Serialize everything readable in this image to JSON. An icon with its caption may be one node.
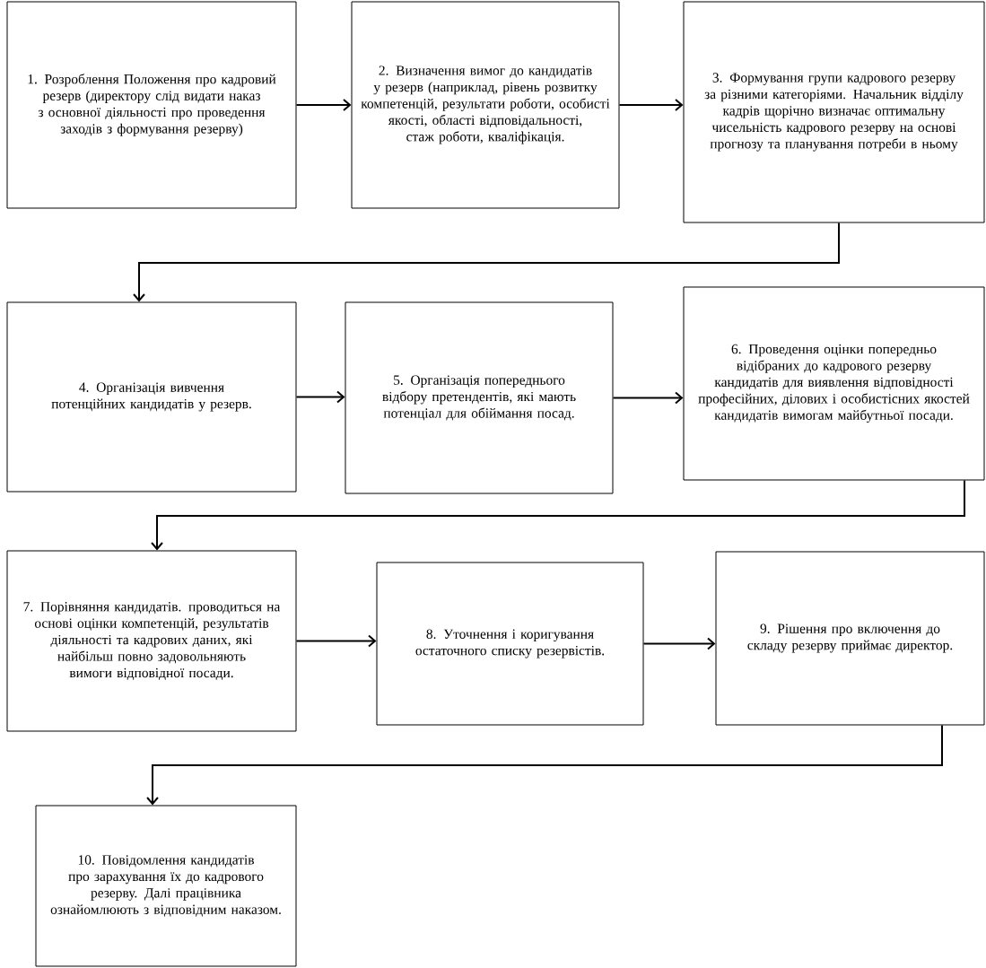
{
  "diagram": {
    "nodes": [
      {
        "text": [
          "1. Розроблення Положення про кадровий резерв (директору слід видати наказ з основної діяльності про проведення заходів з формування резерву)"
        ]
      },
      {
        "text": [
          "2. Визначення вимог до кандидатів у резерв (наприклад, рівень розвитку компетенцій, результати роботи, особисті якості, області відповідальності, стаж роботи, кваліфікація."
        ]
      },
      {
        "text": [
          "3. Формування групи кадрового резерву за різними категоріями. Начальник відділу кадрів щорічно визначає оптимальну чисельність кадрового резерву на основі прогнозу та планування потреби в ньому"
        ]
      },
      {
        "text": [
          "4. Організація вивчення потенційних кандидатів у резерв."
        ]
      },
      {
        "text": [
          "5. Організація попереднього відбору претендентів, які мають потенціал для обіймання посад."
        ]
      },
      {
        "text": [
          "6. Проведення оцінки попередньо відібраних до кадрового резерву кандидатів для виявлення відповідності професійних, ділових і особистісних якостей кандидатів вимогам майбутньої посади."
        ]
      },
      {
        "text": [
          "7. Порівняння кандидатів. проводиться на основі оцінки компетенцій, результатів діяльності та кадрових даних, які найбільш повно задовольняють вимоги відповідної посади."
        ]
      },
      {
        "text": [
          "8. Уточнення і коригування остаточного списку резервістів."
        ]
      },
      {
        "text": [
          "9. Рішення про включення до складу резерву приймає директор."
        ]
      },
      {
        "text": [
          "10. Повідомлення кандидатів про зарахування їх до кадрового резерву. Далі працівника ознайомлюють з відповідним наказом."
        ]
      }
    ],
    "edges": [
      {
        "from": 0,
        "to": 1,
        "arrow": "to"
      },
      {
        "from": 1,
        "to": 2,
        "arrow": "to"
      },
      {
        "from": 2,
        "to": 3,
        "arrow": "to"
      },
      {
        "from": 3,
        "to": 4,
        "arrow": "to"
      },
      {
        "from": 4,
        "to": 5,
        "arrow": "to"
      },
      {
        "from": 5,
        "to": 6,
        "arrow": "to"
      },
      {
        "from": 6,
        "to": 7,
        "arrow": "to"
      },
      {
        "from": 7,
        "to": 8,
        "arrow": "to"
      },
      {
        "from": 8,
        "to": 9,
        "arrow": "to"
      }
    ]
  }
}
